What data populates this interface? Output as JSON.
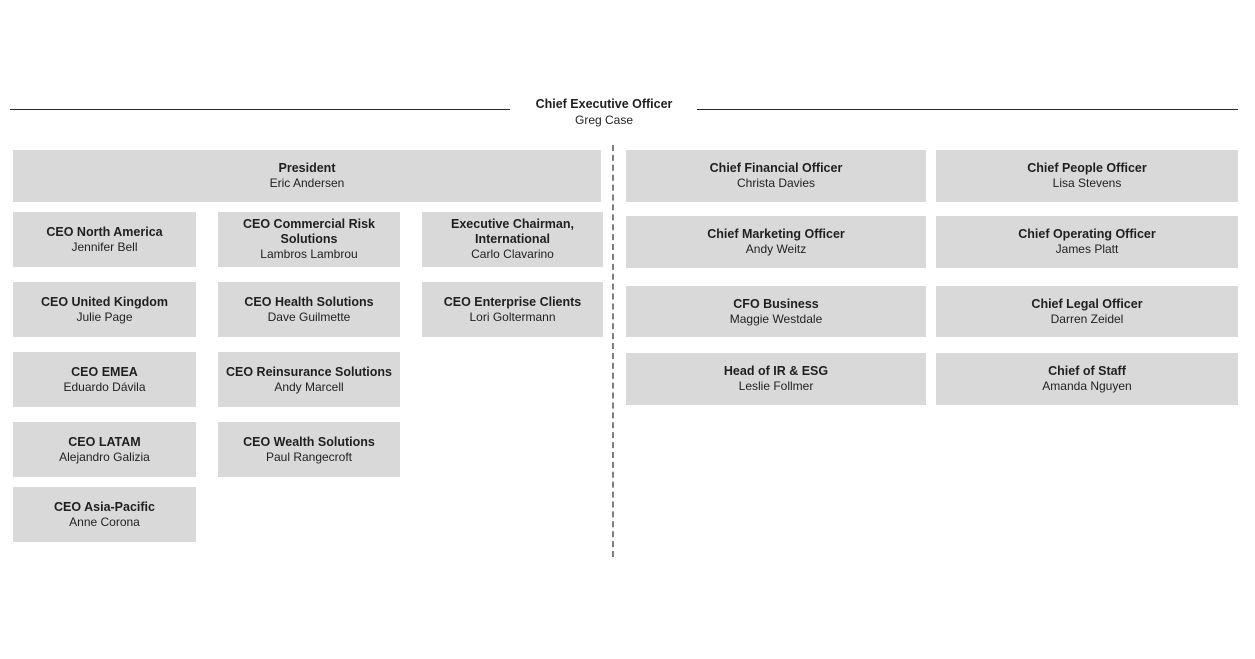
{
  "chart": {
    "ceo": {
      "title": "Chief Executive Officer",
      "name": "Greg Case"
    },
    "left": {
      "president": {
        "title": "President",
        "name": "Eric Andersen"
      },
      "col1": [
        {
          "title": "CEO North America",
          "name": "Jennifer Bell"
        },
        {
          "title": "CEO United Kingdom",
          "name": "Julie Page"
        },
        {
          "title": "CEO EMEA",
          "name": "Eduardo Dávila"
        },
        {
          "title": "CEO LATAM",
          "name": "Alejandro Galizia"
        },
        {
          "title": "CEO Asia-Pacific",
          "name": "Anne Corona"
        }
      ],
      "col2": [
        {
          "title": "CEO Commercial Risk Solutions",
          "name": "Lambros Lambrou"
        },
        {
          "title": "CEO Health Solutions",
          "name": "Dave Guilmette"
        },
        {
          "title": "CEO Reinsurance Solutions",
          "name": "Andy Marcell"
        },
        {
          "title": "CEO Wealth Solutions",
          "name": "Paul Rangecroft"
        }
      ],
      "col3": [
        {
          "title": "Executive Chairman, International",
          "name": "Carlo Clavarino"
        },
        {
          "title": "CEO Enterprise Clients",
          "name": "Lori Goltermann"
        }
      ]
    },
    "right": {
      "col1": [
        {
          "title": "Chief Financial Officer",
          "name": "Christa Davies"
        },
        {
          "title": "Chief Marketing Officer",
          "name": "Andy Weitz"
        },
        {
          "title": "CFO Business",
          "name": "Maggie Westdale"
        },
        {
          "title": "Head of IR & ESG",
          "name": "Leslie Follmer"
        }
      ],
      "col2": [
        {
          "title": "Chief People Officer",
          "name": "Lisa Stevens"
        },
        {
          "title": "Chief Operating Officer",
          "name": "James Platt"
        },
        {
          "title": "Chief Legal Officer",
          "name": "Darren Zeidel"
        },
        {
          "title": "Chief of Staff",
          "name": "Amanda Nguyen"
        }
      ]
    },
    "colors": {
      "box_bg": "#d9d9d9",
      "text": "#1f1f1f",
      "header_line": "#2b2b2b",
      "divider": "#7f7f7f"
    }
  }
}
